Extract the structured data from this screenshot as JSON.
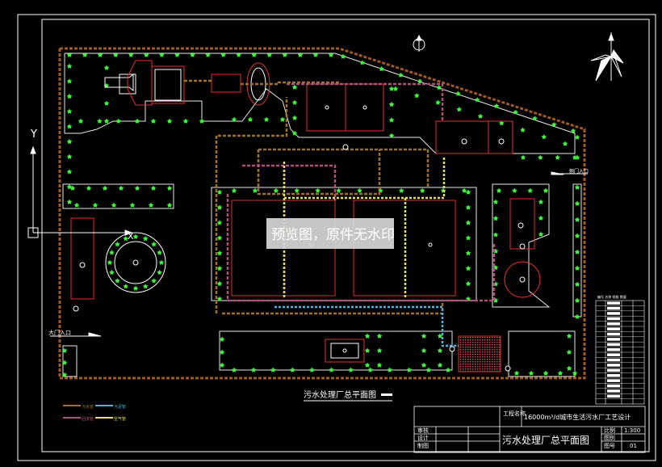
{
  "drawing": {
    "caption": "污水处理厂总平面图",
    "watermark": "预览图，原件无水印",
    "y_axis_label": "Y",
    "x_axis_label": "X",
    "entrance_main": "大门入口",
    "entrance_side": "侧门入口"
  },
  "legend": {
    "items": [
      "污水管",
      "回流管",
      "污泥管",
      "空气管"
    ]
  },
  "title_block": {
    "project_label": "工程名称",
    "project_name": "16000m³/d城市生活污水厂工艺设计",
    "sheet_title": "污水处理厂总平面图",
    "row_review": "审核",
    "row_design": "设计",
    "row_draw": "制图",
    "scale_label": "比例",
    "scale_value": "1:300",
    "drawing_no_label": "图别",
    "sheet_no_label": "图号",
    "sheet_no_value": "01"
  },
  "schedule": {
    "header": "编号  名称  规格  数量"
  }
}
